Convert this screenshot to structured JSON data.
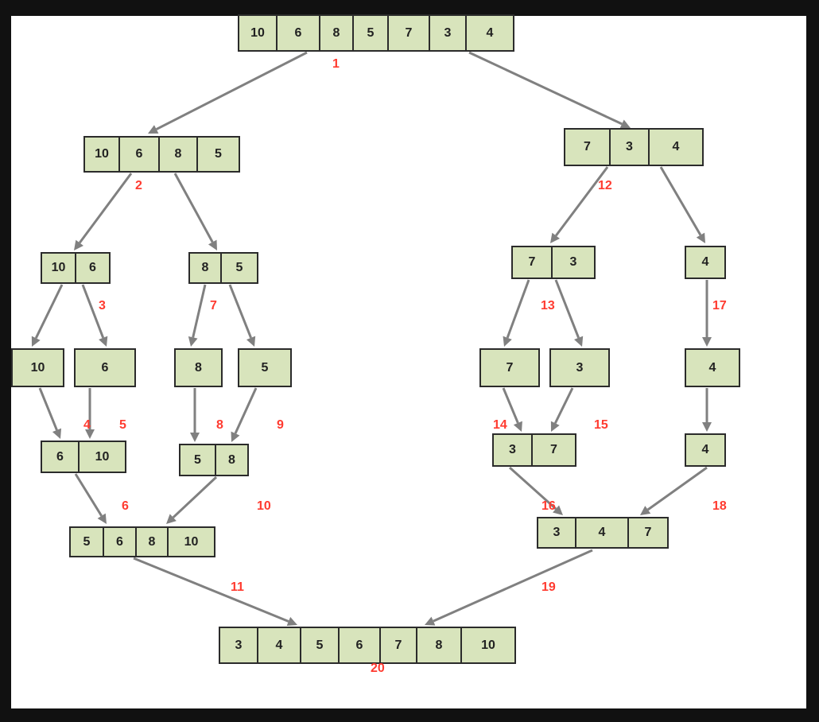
{
  "colors": {
    "node_fill": "#d8e4bc",
    "node_border": "#2b2b2b",
    "arrow": "#808080",
    "step_label": "#ff3b30",
    "frame": "#111111"
  },
  "nodes": [
    {
      "id": "n1",
      "values": [
        "10",
        "6",
        "8",
        "5",
        "7",
        "3",
        "4"
      ]
    },
    {
      "id": "n2",
      "values": [
        "10",
        "6",
        "8",
        "5"
      ]
    },
    {
      "id": "n12",
      "values": [
        "7",
        "3",
        "4"
      ]
    },
    {
      "id": "n3",
      "values": [
        "10",
        "6"
      ]
    },
    {
      "id": "n7",
      "values": [
        "8",
        "5"
      ]
    },
    {
      "id": "n13",
      "values": [
        "7",
        "3"
      ]
    },
    {
      "id": "n17",
      "values": [
        "4"
      ]
    },
    {
      "id": "l10",
      "values": [
        "10"
      ]
    },
    {
      "id": "l6",
      "values": [
        "6"
      ]
    },
    {
      "id": "l8",
      "values": [
        "8"
      ]
    },
    {
      "id": "l5",
      "values": [
        "5"
      ]
    },
    {
      "id": "l7",
      "values": [
        "7"
      ]
    },
    {
      "id": "l3",
      "values": [
        "3"
      ]
    },
    {
      "id": "l4",
      "values": [
        "4"
      ]
    },
    {
      "id": "m610",
      "values": [
        "6",
        "10"
      ]
    },
    {
      "id": "m58",
      "values": [
        "5",
        "8"
      ]
    },
    {
      "id": "m37",
      "values": [
        "3",
        "7"
      ]
    },
    {
      "id": "m4",
      "values": [
        "4"
      ]
    },
    {
      "id": "m56810",
      "values": [
        "5",
        "6",
        "8",
        "10"
      ]
    },
    {
      "id": "m347",
      "values": [
        "3",
        "4",
        "7"
      ]
    },
    {
      "id": "final",
      "values": [
        "3",
        "4",
        "5",
        "6",
        "7",
        "8",
        "10"
      ]
    }
  ],
  "step_labels": [
    "1",
    "2",
    "3",
    "4",
    "5",
    "6",
    "7",
    "8",
    "9",
    "10",
    "11",
    "12",
    "13",
    "14",
    "15",
    "16",
    "17",
    "18",
    "19",
    "20"
  ]
}
